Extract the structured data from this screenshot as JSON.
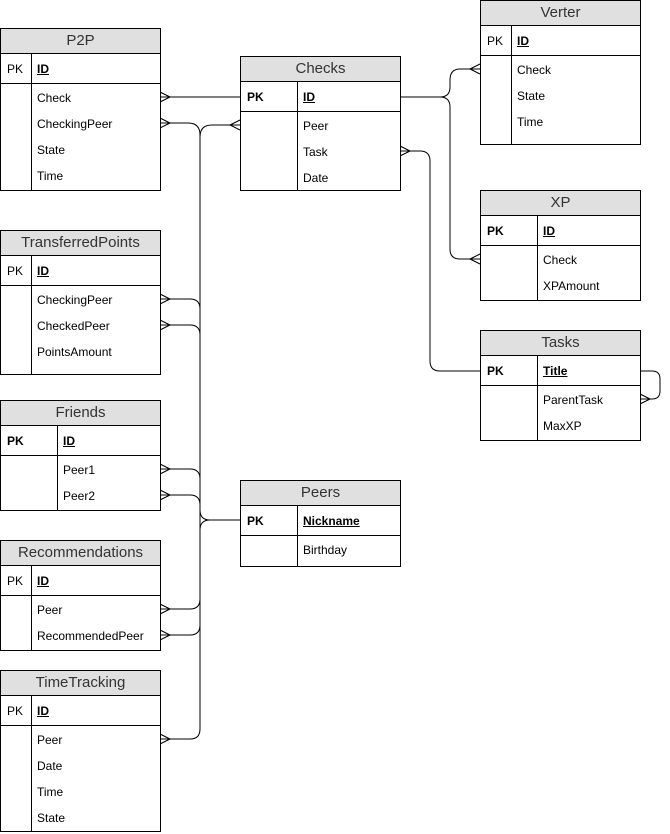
{
  "entities": {
    "p2p": {
      "title": "P2P",
      "pk_label": "PK",
      "pk_field": "ID",
      "fields": [
        "Check",
        "CheckingPeer",
        "State",
        "Time"
      ]
    },
    "checks": {
      "title": "Checks",
      "pk_label": "PK",
      "pk_field": "ID",
      "fields": [
        "Peer",
        "Task",
        "Date"
      ]
    },
    "verter": {
      "title": "Verter",
      "pk_label": "PK",
      "pk_field": "ID",
      "fields": [
        "Check",
        "State",
        "Time"
      ]
    },
    "xp": {
      "title": "XP",
      "pk_label": "PK",
      "pk_field": "ID",
      "fields": [
        "Check",
        "XPAmount"
      ]
    },
    "transferred_points": {
      "title": "TransferredPoints",
      "pk_label": "PK",
      "pk_field": "ID",
      "fields": [
        "CheckingPeer",
        "CheckedPeer",
        "PointsAmount"
      ]
    },
    "tasks": {
      "title": "Tasks",
      "pk_label": "PK",
      "pk_field": "Title",
      "fields": [
        "ParentTask",
        "MaxXP"
      ]
    },
    "friends": {
      "title": "Friends",
      "pk_label": "PK",
      "pk_field": "ID",
      "fields": [
        "Peer1",
        "Peer2"
      ]
    },
    "peers": {
      "title": "Peers",
      "pk_label": "PK",
      "pk_field": "Nickname",
      "fields": [
        "Birthday"
      ]
    },
    "recommendations": {
      "title": "Recommendations",
      "pk_label": "PK",
      "pk_field": "ID",
      "fields": [
        "Peer",
        "RecommendedPeer"
      ]
    },
    "time_tracking": {
      "title": "TimeTracking",
      "pk_label": "PK",
      "pk_field": "ID",
      "fields": [
        "Peer",
        "Date",
        "Time",
        "State"
      ]
    }
  },
  "relationships": [
    {
      "from": "p2p.Check",
      "to": "checks.ID",
      "type": "many-to-one"
    },
    {
      "from": "p2p.CheckingPeer",
      "to": "peers.Nickname",
      "type": "many-to-one"
    },
    {
      "from": "checks.Peer",
      "to": "peers.Nickname",
      "type": "many-to-one"
    },
    {
      "from": "checks.Task",
      "to": "tasks.Title",
      "type": "many-to-one"
    },
    {
      "from": "verter.Check",
      "to": "checks.ID",
      "type": "many-to-one"
    },
    {
      "from": "xp.Check",
      "to": "checks.ID",
      "type": "many-to-one"
    },
    {
      "from": "tasks.ParentTask",
      "to": "tasks.Title",
      "type": "many-to-one"
    },
    {
      "from": "transferred_points.CheckingPeer",
      "to": "peers.Nickname",
      "type": "many-to-one"
    },
    {
      "from": "transferred_points.CheckedPeer",
      "to": "peers.Nickname",
      "type": "many-to-one"
    },
    {
      "from": "friends.Peer1",
      "to": "peers.Nickname",
      "type": "many-to-one"
    },
    {
      "from": "friends.Peer2",
      "to": "peers.Nickname",
      "type": "many-to-one"
    },
    {
      "from": "recommendations.Peer",
      "to": "peers.Nickname",
      "type": "many-to-one"
    },
    {
      "from": "recommendations.RecommendedPeer",
      "to": "peers.Nickname",
      "type": "many-to-one"
    },
    {
      "from": "time_tracking.Peer",
      "to": "peers.Nickname",
      "type": "many-to-one"
    }
  ]
}
